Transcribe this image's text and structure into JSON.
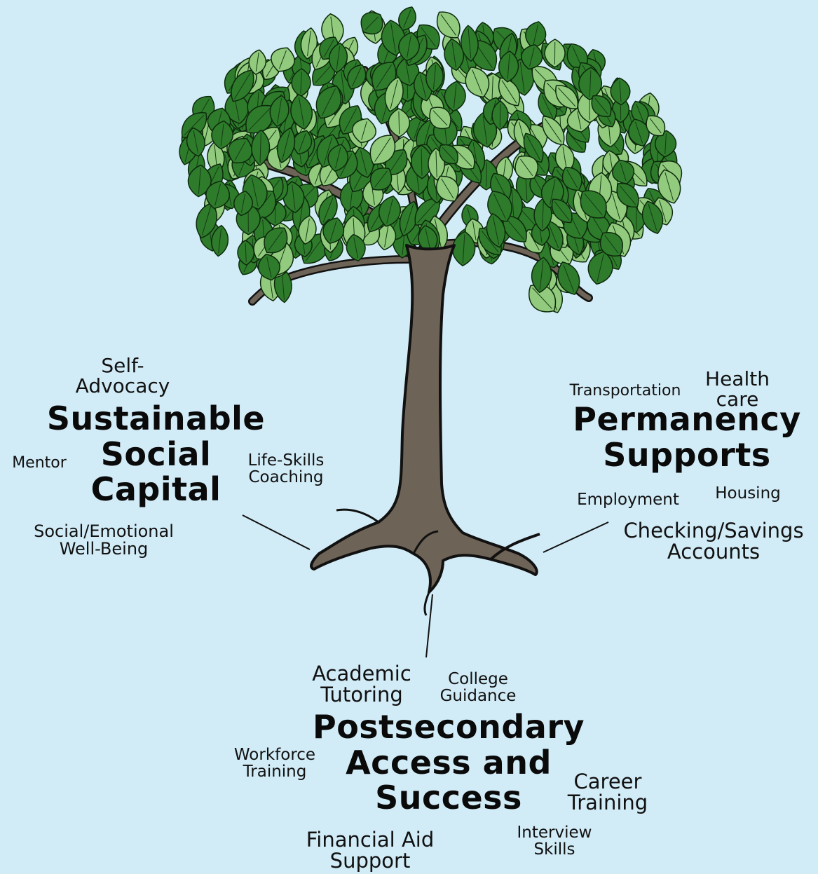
{
  "social_capital": {
    "title_lines": [
      "Sustainable",
      "Social",
      "Capital"
    ],
    "self_advocacy": [
      "Self-",
      "Advocacy"
    ],
    "mentor": "Mentor",
    "life_skills": [
      "Life-Skills",
      "Coaching"
    ],
    "wellbeing": [
      "Social/Emotional",
      "Well-Being"
    ]
  },
  "permanency": {
    "title_lines": [
      "Permanency",
      "Supports"
    ],
    "transportation": "Transportation",
    "health_care": [
      "Health",
      "care"
    ],
    "employment": "Employment",
    "housing": "Housing",
    "accounts": [
      "Checking/Savings",
      "Accounts"
    ]
  },
  "postsecondary": {
    "title_lines": [
      "Postsecondary",
      "Access and",
      "Success"
    ],
    "academic": [
      "Academic",
      "Tutoring"
    ],
    "college": [
      "College",
      "Guidance"
    ],
    "workforce": [
      "Workforce",
      "Training"
    ],
    "career": [
      "Career",
      "Training"
    ],
    "financial_aid": [
      "Financial Aid",
      "Support"
    ],
    "interview": [
      "Interview",
      "Skills"
    ]
  },
  "colors": {
    "background": "#d2ecf7",
    "leaf_dark": "#2e7b2c",
    "leaf_light": "#92ca7e",
    "trunk": "#6e6357",
    "outline": "#111111"
  }
}
